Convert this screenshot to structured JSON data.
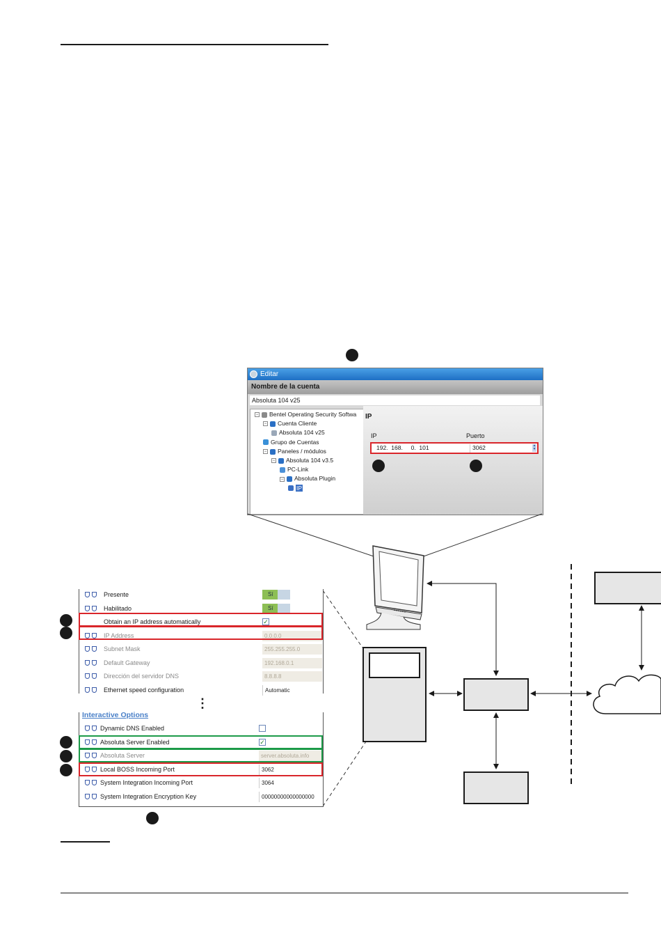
{
  "edit_window": {
    "title": "Editar",
    "account_name_label": "Nombre de la cuenta",
    "account_name_value": "Absoluta 104 v25",
    "tree": [
      {
        "label": "Bentel Operating Security Softwa",
        "level": 0,
        "expander": "⊟",
        "icon": "shield"
      },
      {
        "label": "Cuenta Cliente",
        "level": 1,
        "expander": "⊟",
        "icon": "person"
      },
      {
        "label": "Absoluta 104 v25",
        "level": 2,
        "expander": "",
        "icon": "panel"
      },
      {
        "label": "Grupo de Cuentas",
        "level": 1,
        "expander": "",
        "icon": "group"
      },
      {
        "label": "Paneles / módulos",
        "level": 1,
        "expander": "⊟",
        "icon": "module"
      },
      {
        "label": "Absoluta 104 v3.5",
        "level": 2,
        "expander": "⊟",
        "icon": "module"
      },
      {
        "label": "PC-Link",
        "level": 3,
        "expander": "",
        "icon": "link"
      },
      {
        "label": "Absoluta Plugin",
        "level": 3,
        "expander": "⊟",
        "icon": "plugin"
      },
      {
        "label": "IP",
        "level": 4,
        "expander": "",
        "icon": "ip",
        "selected": true
      }
    ],
    "pane_title": "IP",
    "ip_label": "IP",
    "port_label": "Puerto",
    "ip_value": "192.  168.     0.  101",
    "port_value": "3062"
  },
  "settings_top": {
    "rows": [
      {
        "label": "Presente",
        "type": "toggle",
        "value": "Sí",
        "bold": true
      },
      {
        "label": "Habilitado",
        "type": "toggle",
        "value": "Sí",
        "bold": true
      },
      {
        "label": "Obtain an IP address automatically",
        "type": "checkbox",
        "checked": true,
        "bold": true,
        "noicons": true
      },
      {
        "label": "IP Address",
        "type": "grey",
        "value": "0.0.0.0"
      },
      {
        "label": "Subnet Mask",
        "type": "grey",
        "value": "255.255.255.0"
      },
      {
        "label": "Default Gateway",
        "type": "grey",
        "value": "192.168.0.1"
      },
      {
        "label": "Dirección del servidor DNS",
        "type": "grey",
        "value": "8.8.8.8"
      },
      {
        "label": "Ethernet speed configuration",
        "type": "white",
        "value": "Automatic",
        "bold": true
      }
    ]
  },
  "ellipsis": "⋮",
  "settings_bottom": {
    "section_title": "Interactive Options",
    "rows": [
      {
        "label": "Dynamic DNS Enabled",
        "type": "checkbox",
        "checked": false
      },
      {
        "label": "Absoluta Server Enabled",
        "type": "checkbox",
        "checked": true,
        "bold": true
      },
      {
        "label": "Absoluta Server",
        "type": "grey",
        "value": "server.absoluta.info"
      },
      {
        "label": "Local BOSS Incoming Port",
        "type": "white",
        "value": "3062",
        "bold": true
      },
      {
        "label": "System Integration Incoming Port",
        "type": "white",
        "value": "3064",
        "bold": true
      },
      {
        "label": "System Integration Encryption Key",
        "type": "white",
        "value": "00000000000000000",
        "bold": true
      }
    ]
  },
  "colors": {
    "highlight_red": "#d9252a",
    "highlight_green": "#1c9a48",
    "titlebar_blue": "#2a7fd4",
    "toggle_green": "#8dbf55"
  }
}
